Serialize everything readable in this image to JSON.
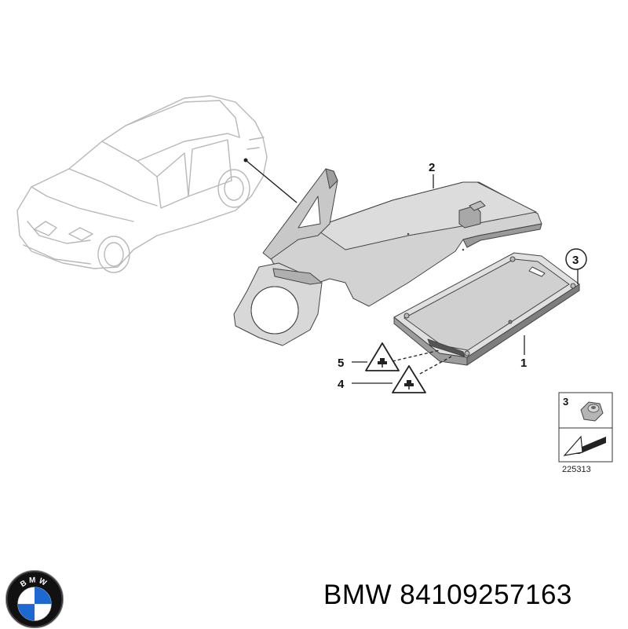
{
  "diagram": {
    "callouts": {
      "c1": "1",
      "c2": "2",
      "c3": "3",
      "c4": "4",
      "c5": "5"
    },
    "legend_box": {
      "item_number": "3",
      "code": "225313"
    }
  },
  "brand": {
    "name": "BMW",
    "part_number": "84109257163",
    "logo_letters": "BMW",
    "logo_colors": {
      "blue": "#1c69d4",
      "white": "#ffffff",
      "ring": "#111111"
    }
  }
}
